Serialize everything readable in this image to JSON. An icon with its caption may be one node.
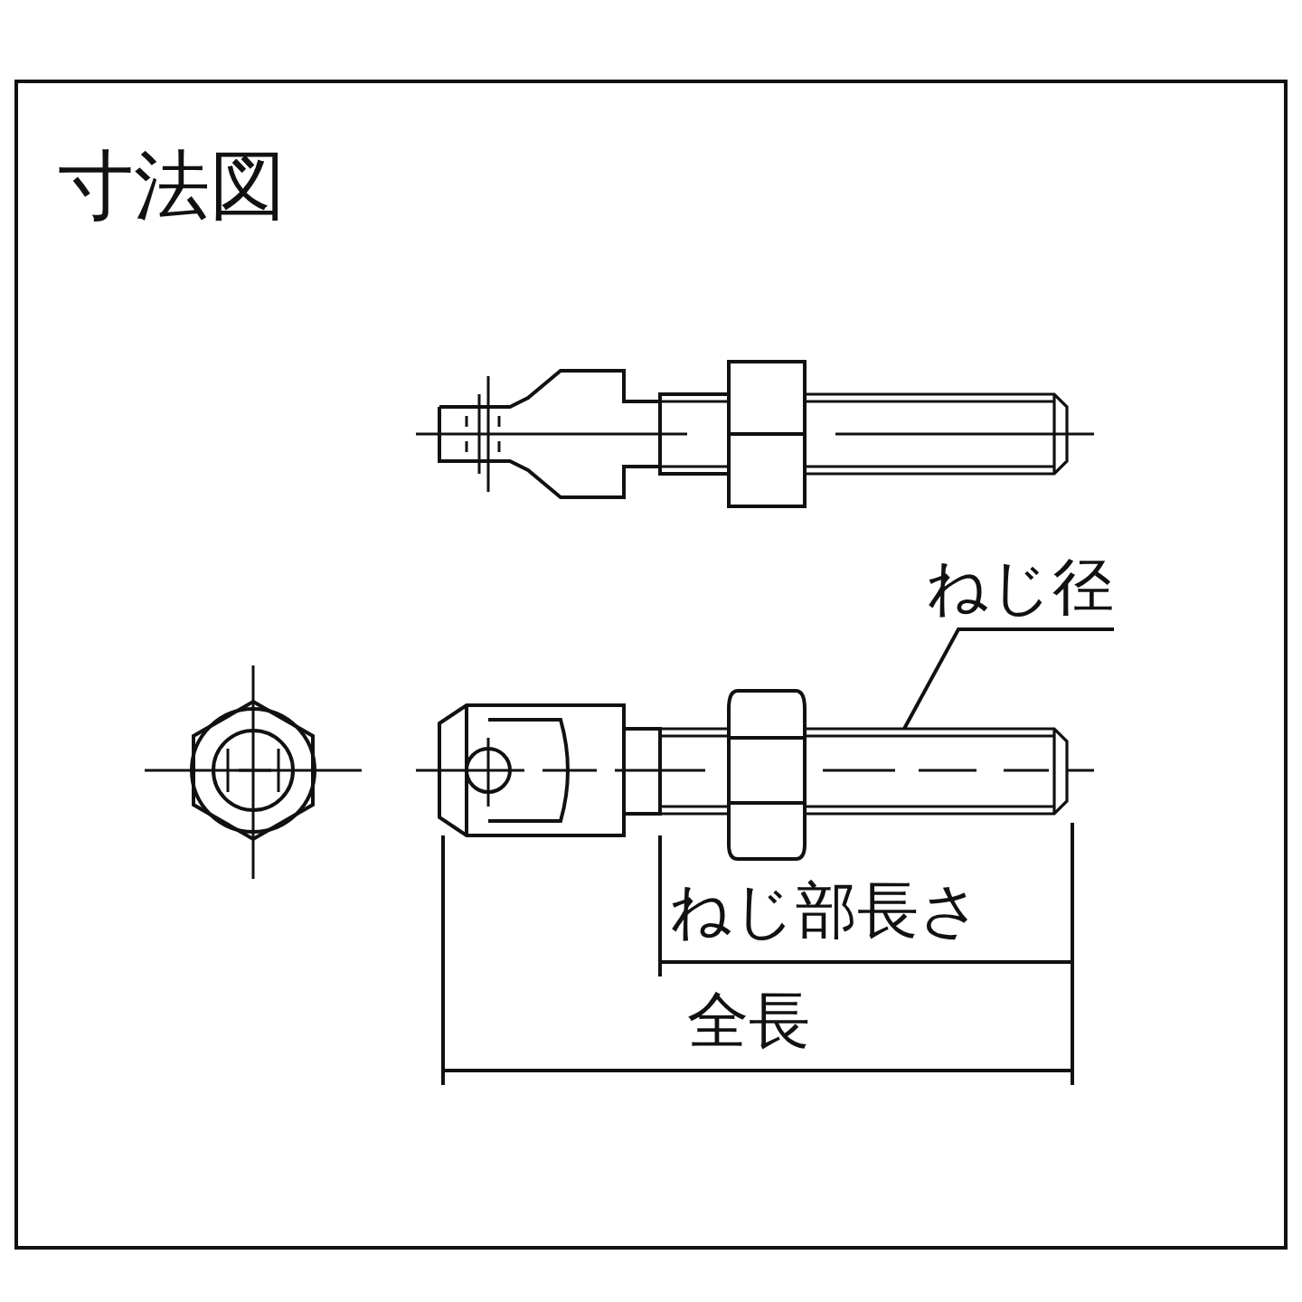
{
  "diagram": {
    "title": "寸法図",
    "nodes": [
      {
        "text": [
          "ねじ径"
        ]
      },
      {
        "text": [],
        "shape": "picture"
      }
    ],
    "edges": [
      {
        "from": 0,
        "to": 1,
        "arrow": "none"
      }
    ],
    "labels": [
      "ねじ部長さ",
      "全長"
    ]
  }
}
